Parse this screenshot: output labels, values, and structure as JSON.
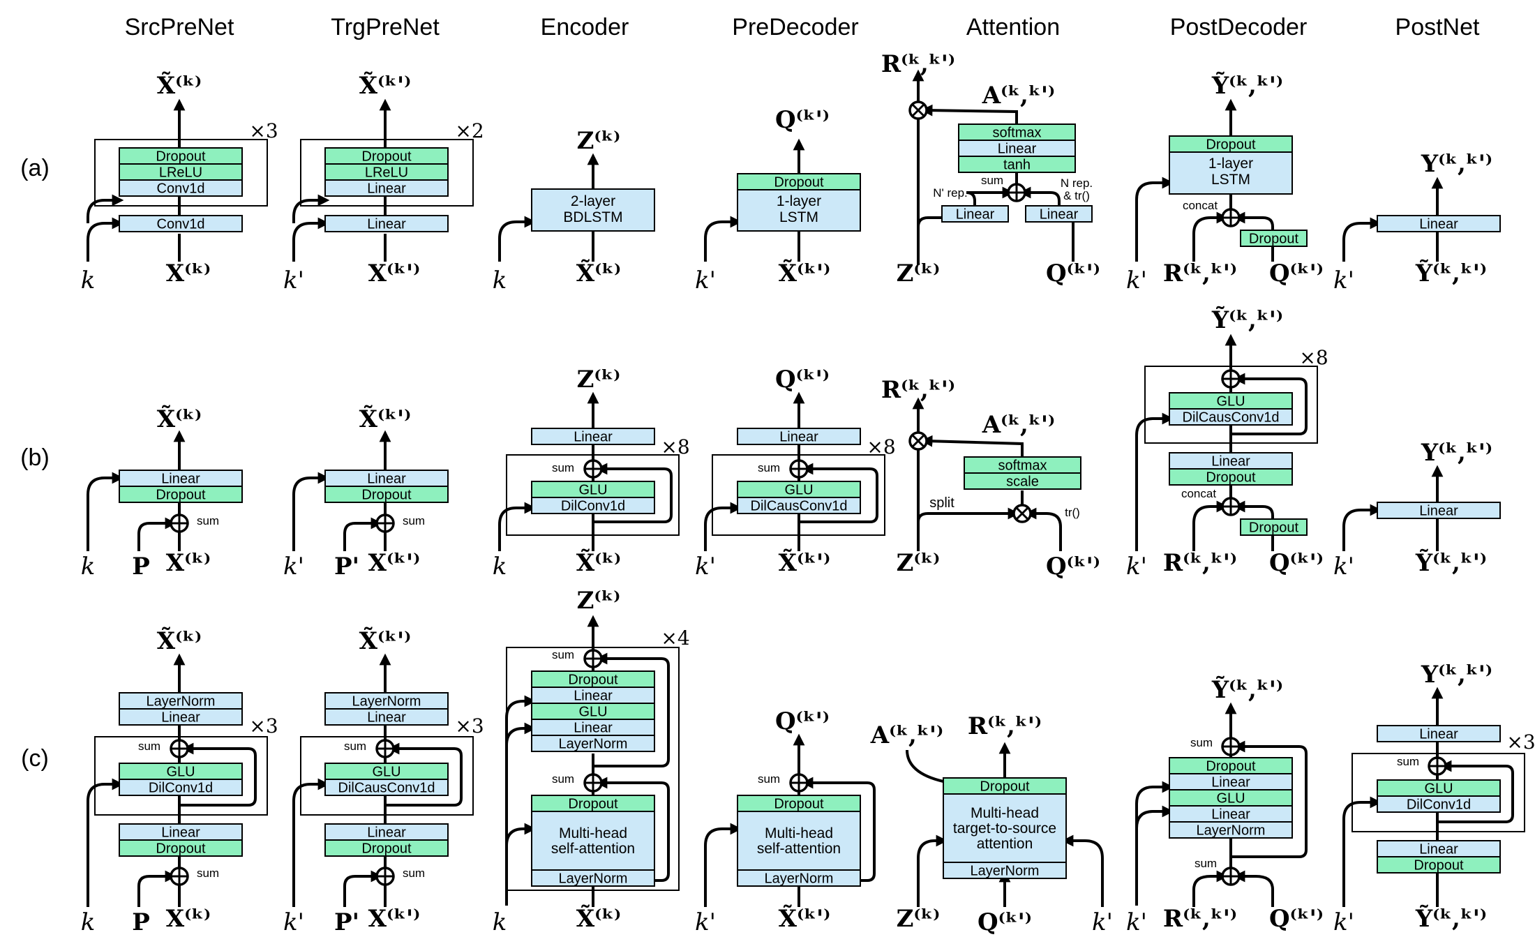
{
  "columns": [
    "SrcPreNet",
    "TrgPreNet",
    "Encoder",
    "PreDecoder",
    "Attention",
    "PostDecoder",
    "PostNet"
  ],
  "rows": [
    "(a)",
    "(b)",
    "(c)"
  ],
  "colors": {
    "blue": "#cce8f8",
    "green": "#8ef0be",
    "line": "#000000"
  },
  "symbols": {
    "X_k": "X̃⁽ᵏ⁾",
    "X_kp": "X̃⁽ᵏ'⁾",
    "Xraw_k": "X⁽ᵏ⁾",
    "Xraw_kp": "X⁽ᵏ'⁾",
    "Z_k": "Z⁽ᵏ⁾",
    "Q_kp": "Q⁽ᵏ'⁾",
    "R_kkp": "R⁽ᵏ,ᵏ'⁾",
    "A_kkp": "A⁽ᵏ,ᵏ'⁾",
    "Yt_kkp": "Ỹ⁽ᵏ,ᵏ'⁾",
    "Y_kkp": "Y⁽ᵏ,ᵏ'⁾",
    "k": "k",
    "kp": "k'",
    "P": "P",
    "Pp": "P'"
  },
  "labels": {
    "sum": "sum",
    "concat": "concat",
    "split": "split",
    "tr": "tr()",
    "Nprep": "N' rep.",
    "Nrep": "N rep.",
    "Nrep2": "& tr()",
    "x2": "×2",
    "x3": "×3",
    "x4": "×4",
    "x8": "×8"
  },
  "blocks": {
    "dropout": "Dropout",
    "lrelu": "LReLU",
    "conv1d": "Conv1d",
    "linear": "Linear",
    "bdlstm1": "2-layer",
    "bdlstm2": "BDLSTM",
    "lstm1": "1-layer",
    "lstm2": "LSTM",
    "softmax": "softmax",
    "tanh": "tanh",
    "scale": "scale",
    "glu": "GLU",
    "dilconv": "DilConv1d",
    "dilcausconv": "DilCausConv1d",
    "layernorm": "LayerNorm",
    "mh1": "Multi-head",
    "mh2": "self-attention",
    "tts1": "Multi-head",
    "tts2": "target-to-source",
    "tts3": "attention"
  }
}
